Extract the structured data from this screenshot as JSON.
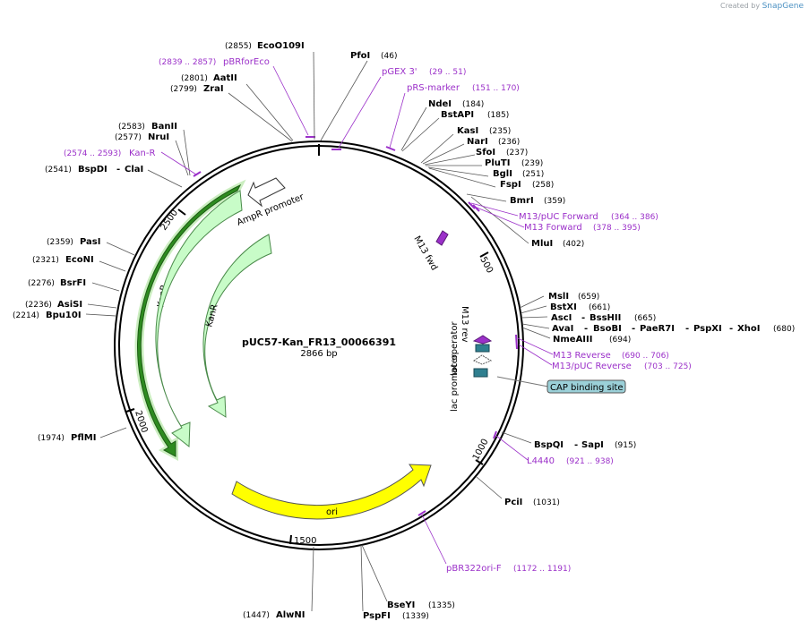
{
  "credit": {
    "prefix": "Created by",
    "brand": "SnapGene"
  },
  "plasmid": {
    "name": "pUC57-Kan_FR13_00066391",
    "length": "2866 bp"
  },
  "ticks": [
    "500",
    "1000",
    "1500",
    "2000",
    "2500"
  ],
  "features": {
    "ampr_promoter": "AmpR promoter",
    "kanr_outer": "KanR",
    "kanr_inner": "KanR",
    "ori": "ori",
    "m13fwd": "M13 fwd",
    "m13rev": "M13 rev",
    "lac_operator": "lac operator",
    "lac_promoter": "lac promoter",
    "cap_site": "CAP binding site"
  },
  "enzymes": [
    {
      "name": "EcoO109I",
      "pos": "(2855)"
    },
    {
      "name": "PfoI",
      "pos": "(46)"
    },
    {
      "name": "AatII",
      "pos": "(2801)"
    },
    {
      "name": "ZraI",
      "pos": "(2799)"
    },
    {
      "name": "NdeI",
      "pos": "(184)"
    },
    {
      "name": "BstAPI",
      "pos": "(185)"
    },
    {
      "name": "KasI",
      "pos": "(235)"
    },
    {
      "name": "NarI",
      "pos": "(236)"
    },
    {
      "name": "SfoI",
      "pos": "(237)"
    },
    {
      "name": "PluTI",
      "pos": "(239)"
    },
    {
      "name": "BglI",
      "pos": "(251)"
    },
    {
      "name": "FspI",
      "pos": "(258)"
    },
    {
      "name": "BmrI",
      "pos": "(359)"
    },
    {
      "name": "MluI",
      "pos": "(402)"
    },
    {
      "name": "BanII",
      "pos": "(2583)"
    },
    {
      "name": "NruI",
      "pos": "(2577)"
    },
    {
      "name": "BspDI",
      "pos": "(2541)",
      "extra": "ClaI"
    },
    {
      "name": "PasI",
      "pos": "(2359)"
    },
    {
      "name": "EcoNI",
      "pos": "(2321)"
    },
    {
      "name": "BsrFI",
      "pos": "(2276)"
    },
    {
      "name": "AsiSI",
      "pos": "(2236)"
    },
    {
      "name": "Bpu10I",
      "pos": "(2214)"
    },
    {
      "name": "PflMI",
      "pos": "(1974)"
    },
    {
      "name": "MslI",
      "pos": "(659)"
    },
    {
      "name": "BstXI",
      "pos": "(661)"
    },
    {
      "name": "AscI",
      "pos": "(665)",
      "extra": "BssHII"
    },
    {
      "name": "AvaI",
      "pos": "(680)",
      "extra": "BsoBI",
      "extra2": "PaeR7I",
      "extra3": "PspXI",
      "extra4": "XhoI"
    },
    {
      "name": "NmeAIII",
      "pos": "(694)"
    },
    {
      "name": "BspQI",
      "pos": "(915)",
      "extra": "SapI"
    },
    {
      "name": "PciI",
      "pos": "(1031)"
    },
    {
      "name": "BseYI",
      "pos": "(1335)"
    },
    {
      "name": "PspFI",
      "pos": "(1339)"
    },
    {
      "name": "AlwNI",
      "pos": "(1447)"
    }
  ],
  "primers": [
    {
      "name": "pBRforEco",
      "range": "(2839 .. 2857)"
    },
    {
      "name": "pGEX 3'",
      "range": "(29 .. 51)"
    },
    {
      "name": "pRS-marker",
      "range": "(151 .. 170)"
    },
    {
      "name": "Kan-R",
      "range": "(2574 .. 2593)"
    },
    {
      "name": "M13/pUC Forward",
      "range": "(364 .. 386)"
    },
    {
      "name": "M13 Forward",
      "range": "(378 .. 395)"
    },
    {
      "name": "M13 Reverse",
      "range": "(690 .. 706)"
    },
    {
      "name": "M13/pUC Reverse",
      "range": "(703 .. 725)"
    },
    {
      "name": "L4440",
      "range": "(921 .. 938)"
    },
    {
      "name": "pBR322ori-F",
      "range": "(1172 .. 1191)"
    }
  ],
  "colors": {
    "primer": "#9b30c9",
    "kanr": "#c8fcc8",
    "ori": "#ffff00",
    "cap_fill": "#9bd0d8",
    "lac_op": "#2f7f8f"
  }
}
